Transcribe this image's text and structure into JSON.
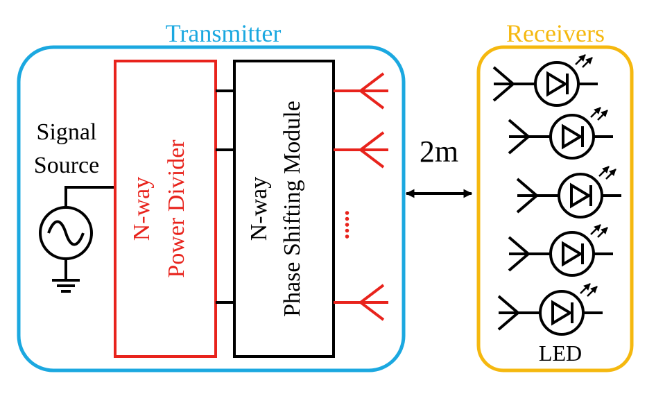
{
  "transmitter": {
    "title": "Transmitter",
    "signal_source_line1": "Signal",
    "signal_source_line2": "Source",
    "power_divider_line1": "N-way",
    "power_divider_line2": "Power Divider",
    "phase_shifter_line1": "N-way",
    "phase_shifter_line2": "Phase Shifting Module",
    "ellipsis": "....."
  },
  "link": {
    "distance": "2m"
  },
  "receivers": {
    "title": "Receivers",
    "led_label": "LED"
  },
  "colors": {
    "transmitter": "#1ba8e0",
    "receivers": "#f5b80f",
    "power_divider": "#e8231c",
    "tx_antennas": "#e8231c",
    "lines": "#000000"
  }
}
